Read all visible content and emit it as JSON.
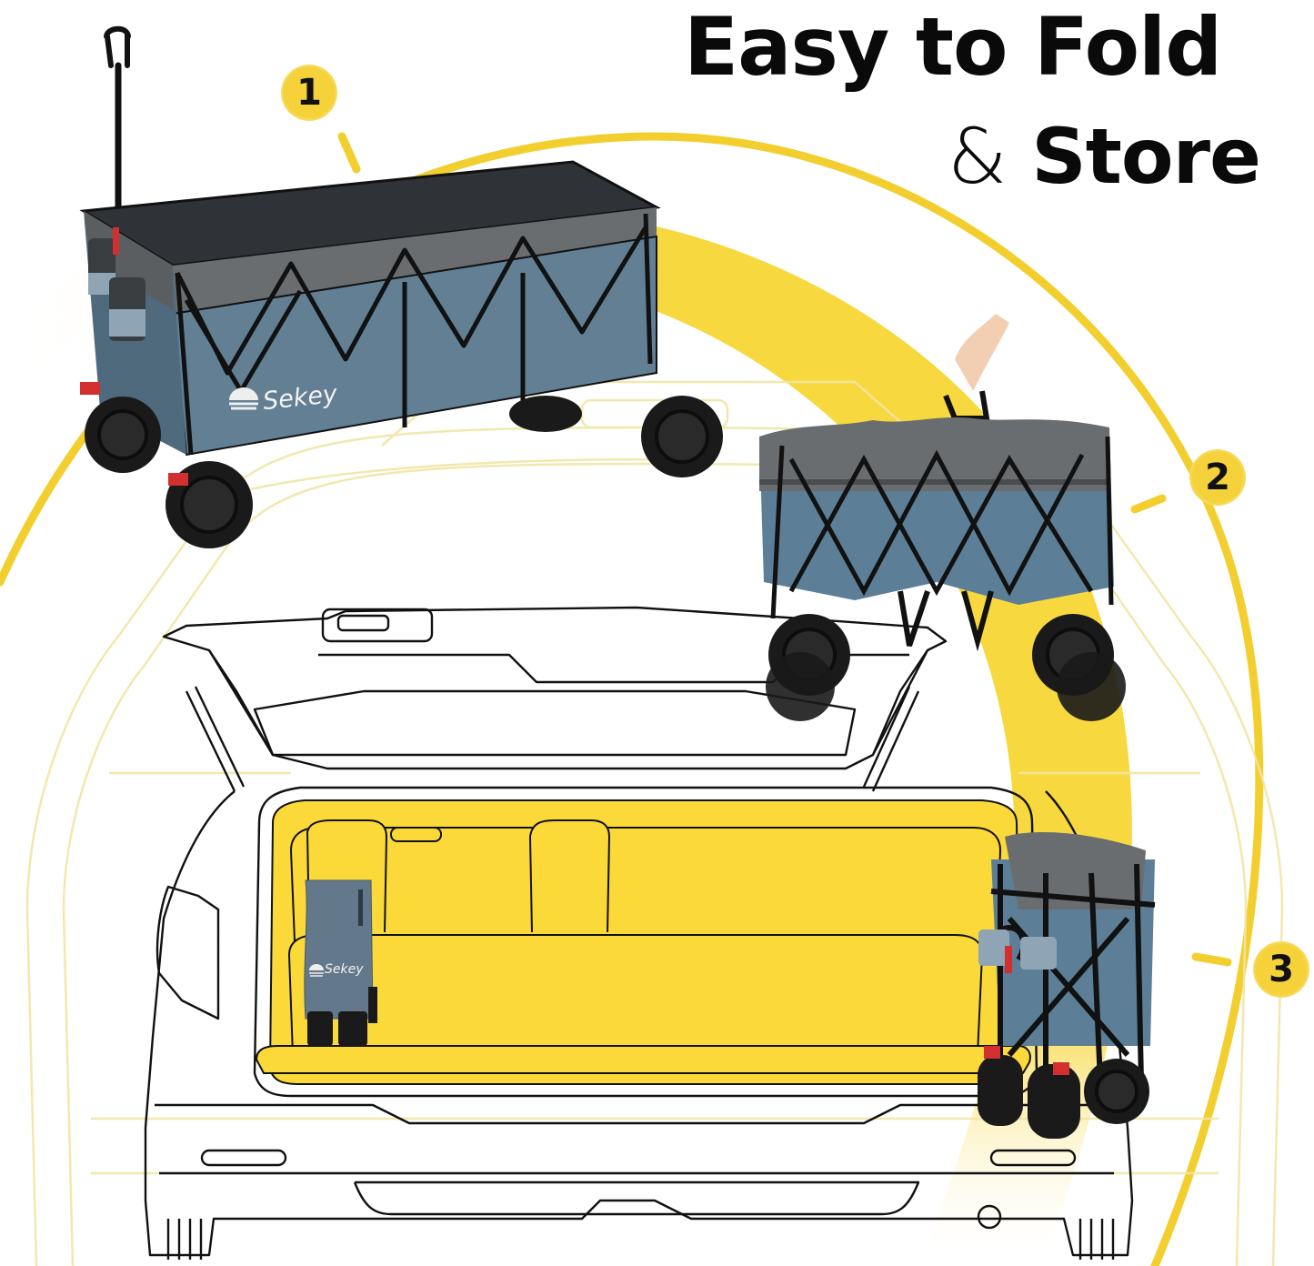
{
  "headline": {
    "line1": "Easy to Fold",
    "line2_amp": "&",
    "line2_word": "Store"
  },
  "steps": [
    {
      "number": "1",
      "description": "Open full-size wagon"
    },
    {
      "number": "2",
      "description": "Partially folded wagon carried by top handle"
    },
    {
      "number": "3",
      "description": "Fully folded wagon standing upright"
    }
  ],
  "brand": {
    "name": "Sekey"
  },
  "illustration": {
    "scene": "SUV rear view with open tailgate and folded wagon in trunk"
  },
  "colors": {
    "accent_yellow": "#f5d23a",
    "arc_yellow": "#f2cf2e",
    "fabric_blue": "#5f7d92",
    "fabric_gray": "#6b6e70",
    "frame_black": "#111111",
    "outline_faint": "#f3e7a8",
    "text": "#0a0a0a"
  }
}
